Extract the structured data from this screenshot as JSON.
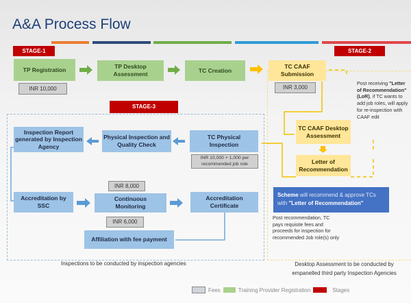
{
  "title": "A&A Process Flow",
  "stages": {
    "s1": "STAGE-1",
    "s2": "STAGE-2",
    "s3": "STAGE-3"
  },
  "boxes": {
    "tp_registration": "TP Registration",
    "tp_desktop": "TP Desktop Assessment",
    "tc_creation": "TC Creation",
    "tc_caaf_submission": "TC CAAF Submission",
    "tc_caaf_desktop": "TC CAAF Desktop Assessment",
    "letter_of_recommendation": "Letter of Recommendation",
    "tc_physical_inspection": "TC Physical Inspection",
    "physical_inspection": "Physical Inspection and Quality Check",
    "inspection_report": "Inspection Report generated by Inspection Agency",
    "accreditation_ssc": "Accreditation by SSC",
    "continuous_monitoring": "Continuous Monitoring",
    "accreditation_certificate": "Accreditation Certificate",
    "affiliation": "Affiliation with fee payment"
  },
  "fees": {
    "tp_registration": "INR 10,000",
    "tc_caaf": "INR 3,000",
    "physical_inspection": "INR 10,000 + 1,000 per recommended job role",
    "accreditation": "INR 8,000",
    "affiliation": "INR 6,000"
  },
  "notes": {
    "lor_pre": "Post receiving ",
    "lor_bold": "\"Letter of Recommendation\" (LoR)",
    "lor_post": ", if TC wants to add job roles, will apply for re-inspection with CAAF edit",
    "scheme_bold": "Scheme",
    "scheme_mid": " will recommend & approve TCs with ",
    "scheme_bold2": "\"Letter of Recommendation\"",
    "post_recommendation": "Post recommendation, TC pays requisite fees and proceeds for inspection for recommended Job role(s) only",
    "footer_left": "Inspections to be conducted by inspection agencies",
    "footer_right": "Desktop Assessment to be conducted by empanelled third party Inspection Agencies"
  },
  "legend": [
    {
      "label": "Fees",
      "color": "#d0d5dc"
    },
    {
      "label": "Training Provider Registration",
      "color": "#a9d18e"
    },
    {
      "label": "Stages",
      "color": "#c00000"
    }
  ],
  "colors": {
    "title": "#1f3f7a",
    "stage": "#c00000",
    "green": "#a9d18e",
    "yellow": "#ffe699",
    "blue": "#9dc3e6",
    "scheme": "#4472c4"
  }
}
